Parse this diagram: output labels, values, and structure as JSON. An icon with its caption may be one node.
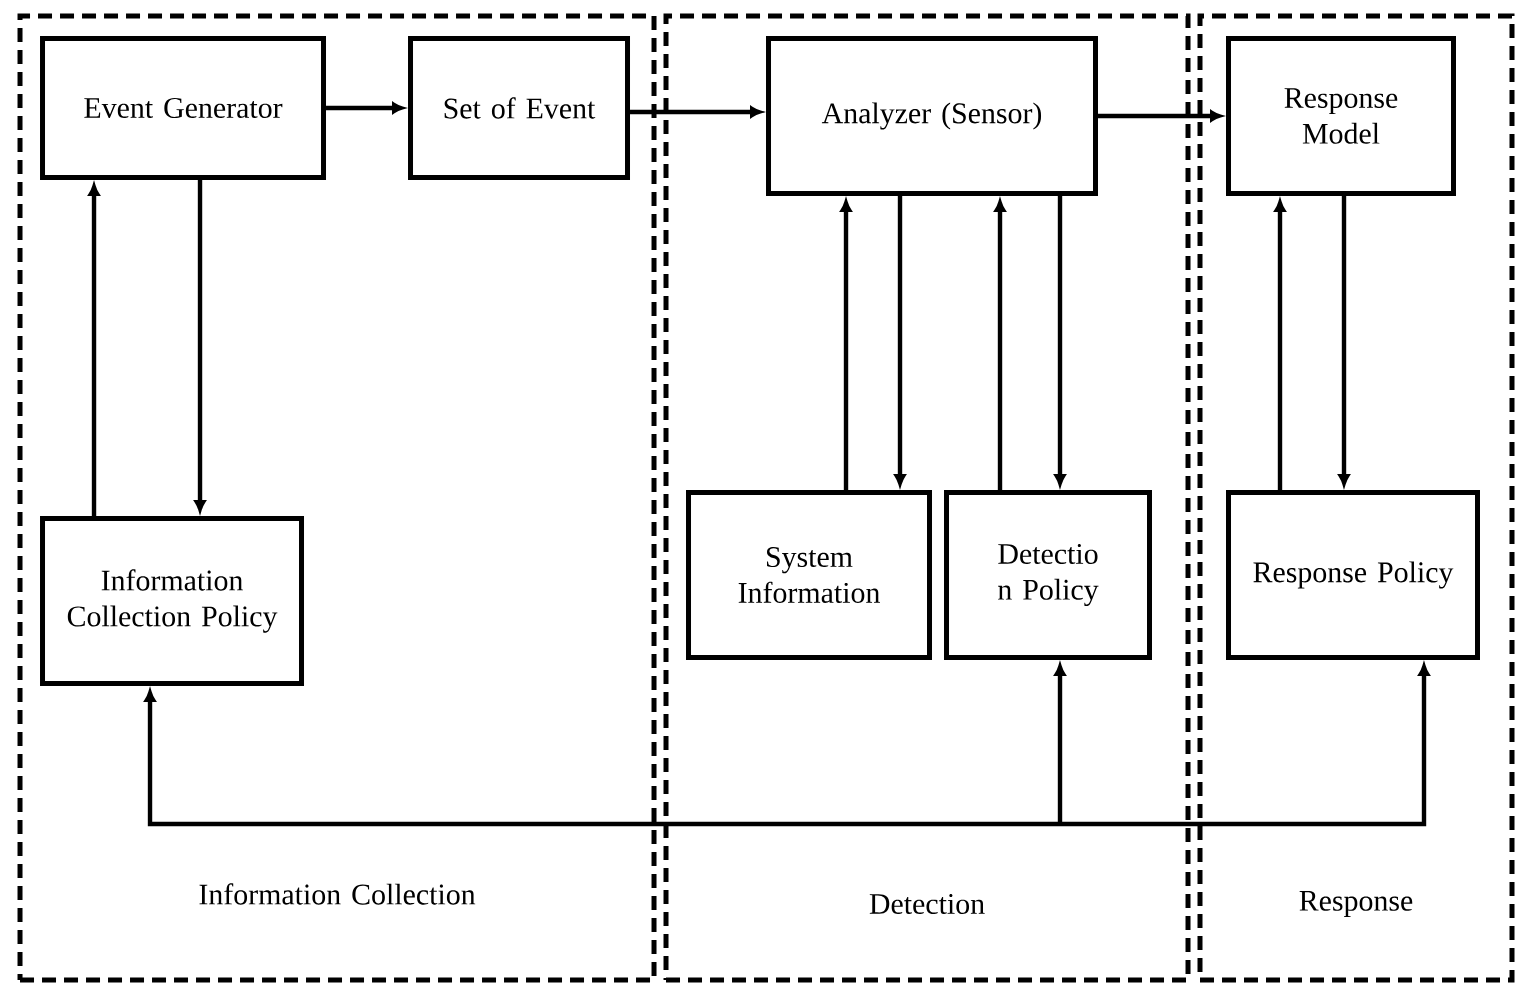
{
  "diagram": {
    "nodes": [
      {
        "text": [
          "Information Collection"
        ]
      },
      {
        "text": [
          "Detection"
        ]
      },
      {
        "text": [
          "Response"
        ]
      },
      {
        "text": [
          "Event Generator"
        ],
        "in": 0
      },
      {
        "text": [
          "Set of Event"
        ],
        "in": 0
      },
      {
        "text": [
          "Analyzer (Sensor)"
        ],
        "in": 1
      },
      {
        "text": [
          "Response Model"
        ],
        "in": 2
      },
      {
        "text": [
          "Information Collection Policy"
        ],
        "in": 0
      },
      {
        "text": [
          "System Information"
        ],
        "in": 1
      },
      {
        "text": [
          "Detectio n Policy"
        ],
        "in": 1
      },
      {
        "text": [
          "Response Policy"
        ],
        "in": 2
      }
    ],
    "edges": [
      {
        "from": 3,
        "to": 4,
        "arrow": "to"
      },
      {
        "from": 4,
        "to": 5,
        "arrow": "to"
      },
      {
        "from": 5,
        "to": 6,
        "arrow": "to"
      },
      {
        "from": 7,
        "to": 3,
        "arrow": "to"
      },
      {
        "from": 3,
        "to": 7,
        "arrow": "to"
      },
      {
        "from": 8,
        "to": 5,
        "arrow": "to"
      },
      {
        "from": 5,
        "to": 8,
        "arrow": "to"
      },
      {
        "from": 9,
        "to": 5,
        "arrow": "to"
      },
      {
        "from": 5,
        "to": 9,
        "arrow": "to"
      },
      {
        "from": 10,
        "to": 6,
        "arrow": "to"
      },
      {
        "from": 6,
        "to": 10,
        "arrow": "to"
      },
      {
        "from": null,
        "to": 7,
        "arrow": "to"
      },
      {
        "from": null,
        "to": 9,
        "arrow": "to"
      },
      {
        "from": null,
        "to": 10,
        "arrow": "to"
      }
    ]
  }
}
